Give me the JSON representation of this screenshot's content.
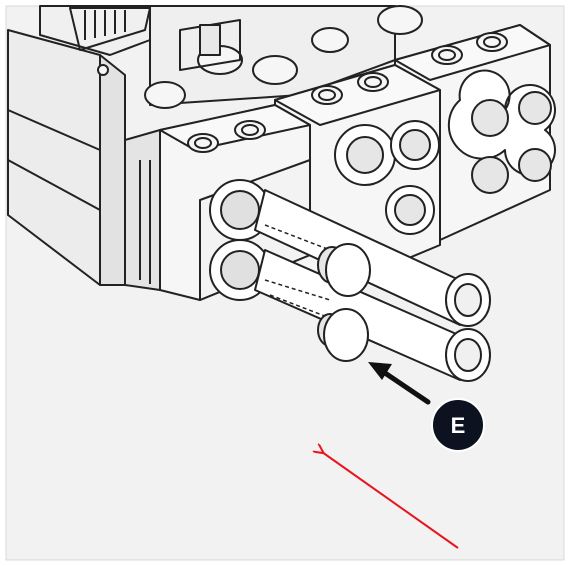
{
  "diagram": {
    "callout": {
      "label": "E",
      "fill": "#0c1220",
      "text_color": "#ffffff"
    },
    "colors": {
      "background": "#f2f2f2",
      "frame_border": "#d8d8d8",
      "line_art": "#222222",
      "block_face": "#f6f6f6",
      "block_shade": "#e4e4e4",
      "red_arrow": "#e8141e",
      "black_arrow": "#111111"
    },
    "icons": {
      "callout_marker": "circle-badge",
      "pointer_arrow": "black-arrow",
      "indicator_arrow": "red-arrow"
    }
  }
}
